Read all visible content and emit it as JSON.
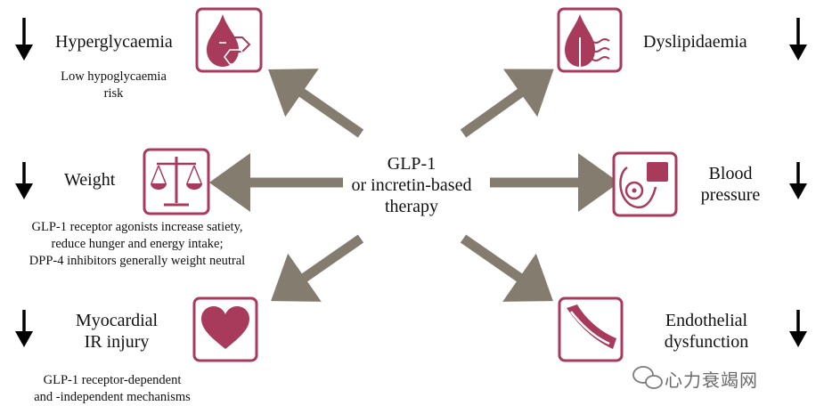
{
  "center": {
    "lines": [
      "GLP-1",
      "or incretin-based",
      "therapy"
    ]
  },
  "nodes": {
    "hyperglycaemia": {
      "label": "Hyperglycaemia",
      "note": [
        "Low hypoglycaemia",
        "risk"
      ],
      "icon": "blood-drop-icon"
    },
    "dyslipidaemia": {
      "label": "Dyslipidaemia",
      "icon": "lipid-drop-icon"
    },
    "weight": {
      "label": "Weight",
      "note": [
        "GLP-1 receptor agonists increase satiety,",
        "reduce hunger and energy intake;",
        "DPP-4 inhibitors generally weight neutral"
      ],
      "icon": "scale-icon"
    },
    "blood_pressure": {
      "label": [
        "Blood",
        "pressure"
      ],
      "icon": "blood-pressure-cuff-icon"
    },
    "myocardial": {
      "label": [
        "Myocardial",
        "IR injury"
      ],
      "note": [
        "GLP-1 receptor-dependent",
        "and -independent mechanisms"
      ],
      "icon": "heart-icon"
    },
    "endothelial": {
      "label": [
        "Endothelial",
        "dysfunction"
      ],
      "icon": "blood-vessel-icon"
    }
  },
  "watermark": {
    "text": "心力衰竭网",
    "icon": "wechat-icon"
  },
  "colors": {
    "arrow": "#857c70",
    "icon_fill": "#a83a5c",
    "icon_border": "#a83a5c",
    "down_arrow": "#000000"
  }
}
